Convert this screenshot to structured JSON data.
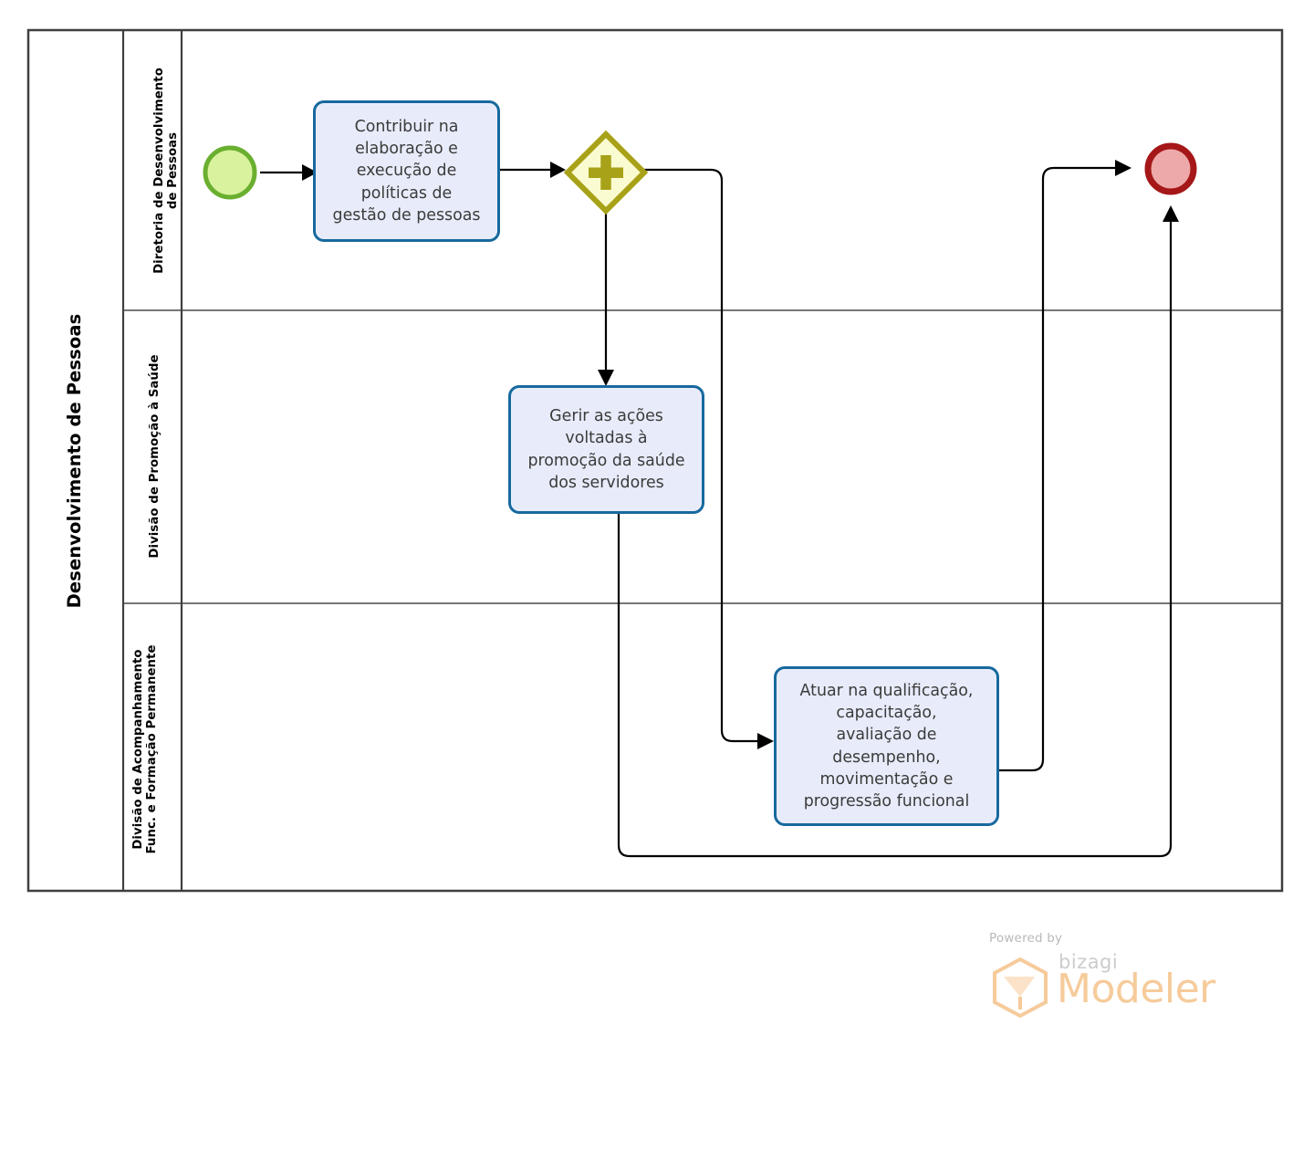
{
  "diagram": {
    "type": "bpmn-process",
    "pool": {
      "label": "Desenvolvimento de Pessoas"
    },
    "lanes": [
      {
        "id": "lane-diretoria",
        "label": "Diretoria de Desenvolvimento\nde Pessoas"
      },
      {
        "id": "lane-promocao-saude",
        "label": "Divisão de Promoção à Saúde"
      },
      {
        "id": "lane-acompanhamento",
        "label": "Divisão de Acompanhamento\nFunc. e Formação Permanente"
      }
    ],
    "events": [
      {
        "id": "start-event",
        "kind": "start",
        "label": "",
        "fill": "#d9f29e",
        "stroke": "#6aaf2f"
      },
      {
        "id": "end-event",
        "kind": "end",
        "label": "",
        "fill": "#eda9a9",
        "stroke": "#a51718"
      }
    ],
    "gateways": [
      {
        "id": "parallel-gateway",
        "kind": "parallel",
        "symbol": "plus",
        "fill": "#fbfbd1",
        "stroke": "#a8a219"
      }
    ],
    "tasks": [
      {
        "id": "task-politicas",
        "lane": "lane-diretoria",
        "label": "Contribuir na\nelaboração e\nexecução de\npolíticas de\ngestão de pessoas"
      },
      {
        "id": "task-saude",
        "lane": "lane-promocao-saude",
        "label": "Gerir as ações\nvoltadas à\npromoção da saúde\ndos servidores"
      },
      {
        "id": "task-qualificacao",
        "lane": "lane-acompanhamento",
        "label": "Atuar na qualificação,\ncapacitação,\navaliação de\ndesempenho,\nmovimentação e\nprogressão funcional"
      }
    ],
    "flows": [
      {
        "id": "flow-start-to-task1",
        "from": "start-event",
        "to": "task-politicas"
      },
      {
        "id": "flow-task1-to-gateway",
        "from": "task-politicas",
        "to": "parallel-gateway"
      },
      {
        "id": "flow-gateway-to-task2",
        "from": "parallel-gateway",
        "to": "task-saude"
      },
      {
        "id": "flow-gateway-to-task3",
        "from": "parallel-gateway",
        "to": "task-qualificacao"
      },
      {
        "id": "flow-task3-to-end",
        "from": "task-qualificacao",
        "to": "end-event"
      },
      {
        "id": "flow-task2-to-end",
        "from": "task-saude",
        "to": "end-event"
      }
    ],
    "colors": {
      "task_fill": "#e8ecfa",
      "task_border": "#17699e",
      "pool_border": "#3f3f3f",
      "connector": "#000000"
    }
  },
  "watermark": {
    "powered_by": "Powered by",
    "brand": "bizagi",
    "product": "Modeler",
    "brand_color": "#f6cb9b"
  }
}
